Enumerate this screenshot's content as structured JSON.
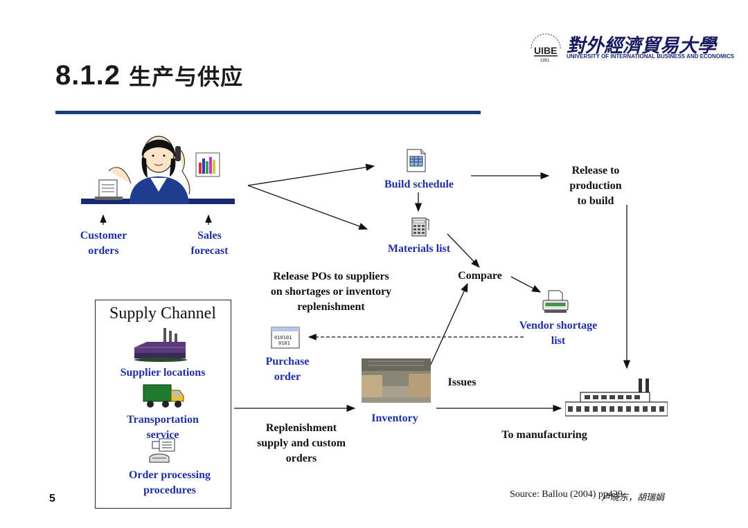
{
  "header": {
    "section_number": "8.1.2",
    "section_title": "生产与供应",
    "university_cn": "對外經濟貿易大學",
    "university_en": "UNIVERSITY OF INTERNATIONAL BUSINESS AND ECONOMICS",
    "logo_text": "UIBE",
    "logo_year": "1951"
  },
  "diagram": {
    "customer_orders": [
      "Customer",
      "orders"
    ],
    "sales_forecast": [
      "Sales",
      "forecast"
    ],
    "build_schedule": "Build schedule",
    "materials_list": "Materials list",
    "release_to_production": [
      "Release to",
      "production",
      "to build"
    ],
    "compare": "Compare",
    "vendor_shortage_list": [
      "Vendor shortage",
      "list"
    ],
    "release_pos": [
      "Release POs to suppliers",
      "on shortages or inventory",
      "replenishment"
    ],
    "purchase_order": [
      "Purchase",
      "order"
    ],
    "inventory": "Inventory",
    "issues": "Issues",
    "to_manufacturing": "To manufacturing",
    "replenishment": [
      "Replenishment",
      "supply and custom",
      "orders"
    ],
    "supply_channel": {
      "title": "Supply Channel",
      "supplier_locations": "Supplier locations",
      "transportation_service": [
        "Transportation",
        "service"
      ],
      "order_processing": [
        "Order processing",
        "procedures"
      ]
    },
    "po_icon_text": [
      "010101",
      "0101"
    ]
  },
  "footer": {
    "page_number": "5",
    "source": "Source: Ballou (2004) pp429",
    "author": "卢晓东，胡瑞娟"
  },
  "colors": {
    "title_rule": "#1a3d7c",
    "label_blue": "#1f2fa6",
    "text_black": "#111111"
  }
}
